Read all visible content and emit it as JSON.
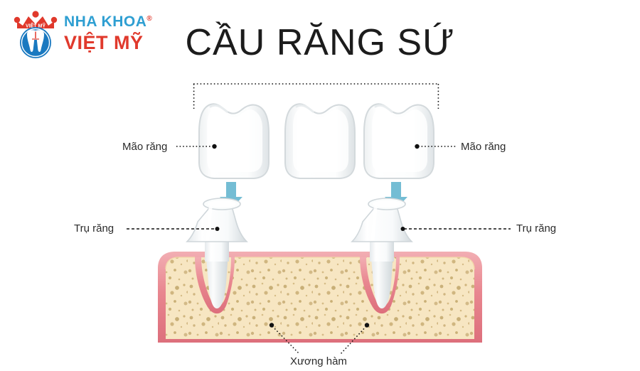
{
  "page": {
    "title": "CẦU RĂNG SỨ",
    "background_color": "#ffffff"
  },
  "logo": {
    "brand_line1": "NHA KHOA",
    "brand_line2": "VIỆT MỸ",
    "registered_mark": "®",
    "crown_text": "VIỆT MỸ",
    "colors": {
      "blue": "#2f9fd2",
      "red": "#e0392c",
      "circle_blue": "#1a79c0"
    }
  },
  "diagram": {
    "labels": {
      "crown_left": "Mão răng",
      "crown_right": "Mão răng",
      "abutment_left": "Trụ răng",
      "abutment_right": "Trụ răng",
      "jawbone": "Xương hàm"
    },
    "colors": {
      "tooth_white": "#fdfdfd",
      "tooth_outline": "#d8dde0",
      "tooth_shadow": "#e6eaec",
      "arrow_blue": "#74bdd4",
      "gum_pink": "#e8868f",
      "gum_pink_light": "#f0a9ae",
      "bone_cream": "#f7e6c2",
      "bone_speckle": "#b79a5e",
      "leader_line": "#1a1a1a",
      "text": "#2b2b2b"
    },
    "elements": {
      "crowns_count": 3,
      "abutments_count": 2,
      "arrows_count": 2,
      "bracket": "dotted-span-over-crowns"
    }
  }
}
